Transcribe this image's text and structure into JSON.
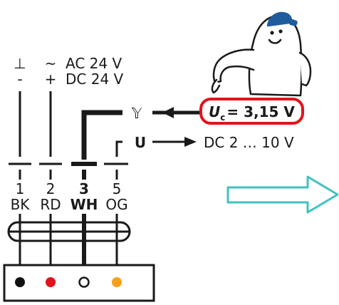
{
  "supply": {
    "left_symbols": [
      "⊥",
      "-"
    ],
    "mid_symbols": [
      "~",
      "+"
    ],
    "lines": [
      "AC 24 V",
      "DC 24 V"
    ]
  },
  "control": {
    "y_symbol": "𝕐",
    "u_symbol": "U",
    "uc_symbol": "U",
    "uc_subscript": "c",
    "uc_value": "= 3,15 V",
    "output_range": "DC 2 … 10 V"
  },
  "wires": [
    {
      "number": "1",
      "code": "BK",
      "bold": false,
      "color": "#111111",
      "dot": "filled"
    },
    {
      "number": "2",
      "code": "RD",
      "bold": false,
      "color": "#e3131b",
      "dot": "filled"
    },
    {
      "number": "3",
      "code": "WH",
      "bold": true,
      "color": "#ffffff",
      "dot": "hollow"
    },
    {
      "number": "5",
      "code": "OG",
      "bold": false,
      "color": "#f6a11a",
      "dot": "filled"
    }
  ],
  "colors": {
    "highlight_border": "#e3131b",
    "arrow_outline": "#3fc2c3",
    "mascot_cap": "#1f5c9e"
  },
  "icons": {
    "mascot": "cartoon-mascot-icon",
    "next": "right-arrow-icon"
  }
}
